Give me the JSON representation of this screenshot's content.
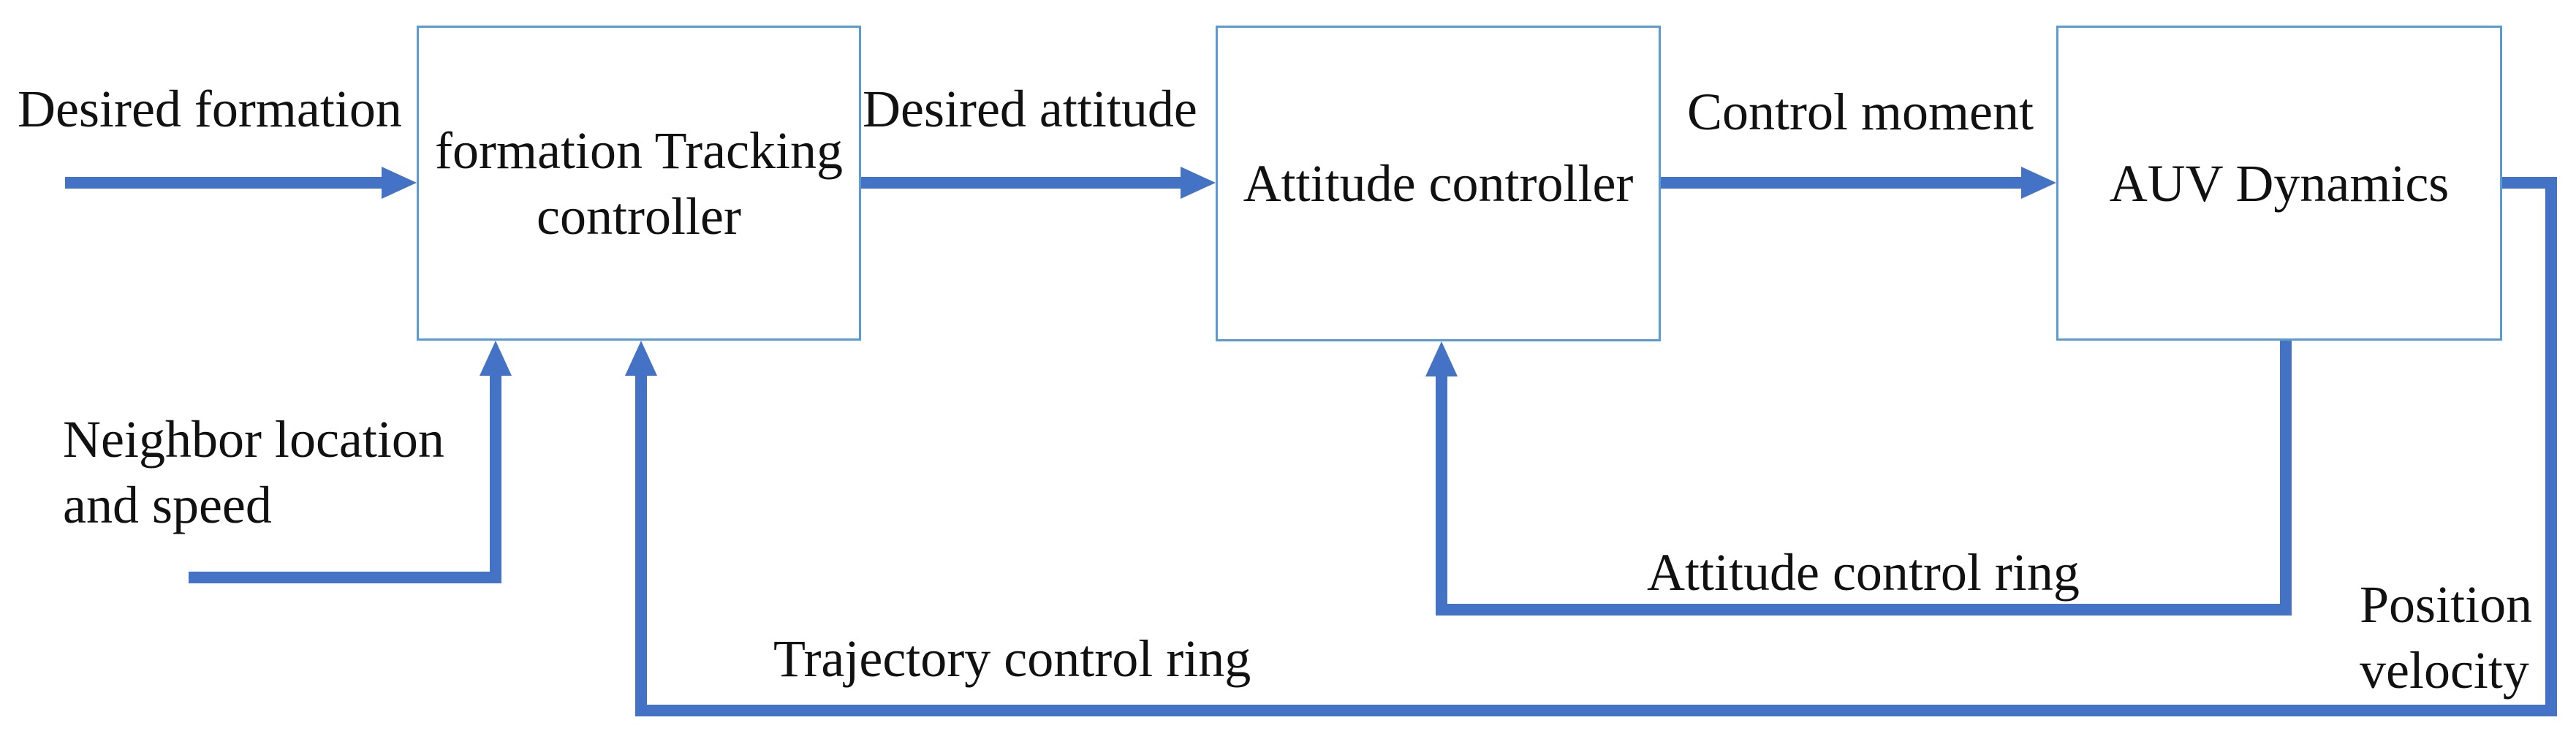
{
  "diagram": {
    "type": "control-block-diagram",
    "blocks": [
      {
        "name": "formation-tracking-controller",
        "label": "formation Tracking controller"
      },
      {
        "name": "attitude-controller",
        "label": "Attitude controller"
      },
      {
        "name": "auv-dynamics",
        "label": "AUV Dynamics"
      }
    ],
    "signals": {
      "desired_formation": "Desired formation",
      "desired_attitude": "Desired attitude",
      "control_moment": "Control moment",
      "neighbor_location_speed": "Neighbor location and speed",
      "position_velocity": "Position velocity"
    },
    "loops": {
      "trajectory_ring": "Trajectory control ring",
      "attitude_ring": "Attitude control ring"
    },
    "colors": {
      "arrow": "#4472C4",
      "box_border": "#5B9BD5",
      "text": "#111111",
      "background": "#ffffff"
    }
  }
}
